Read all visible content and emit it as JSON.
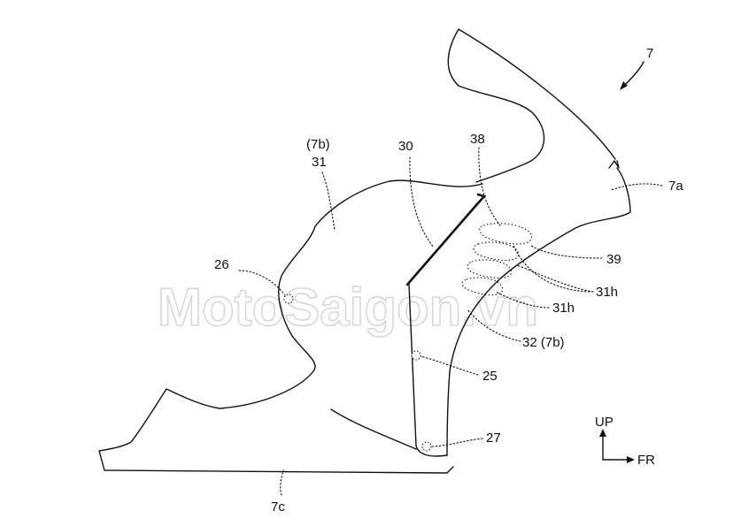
{
  "figure_ref": "7",
  "labels": {
    "l7a": "7a",
    "l7b_top": "(7b)",
    "l31": "31",
    "l30": "30",
    "l38": "38",
    "l39": "39",
    "l31h_a": "31h",
    "l31h_b": "31h",
    "l26": "26",
    "l32": "32 (7b)",
    "l25": "25",
    "l27": "27",
    "l7c": "7c"
  },
  "direction": {
    "up": "UP",
    "forward": "FR"
  },
  "watermark": "MotoSaigon.vn"
}
